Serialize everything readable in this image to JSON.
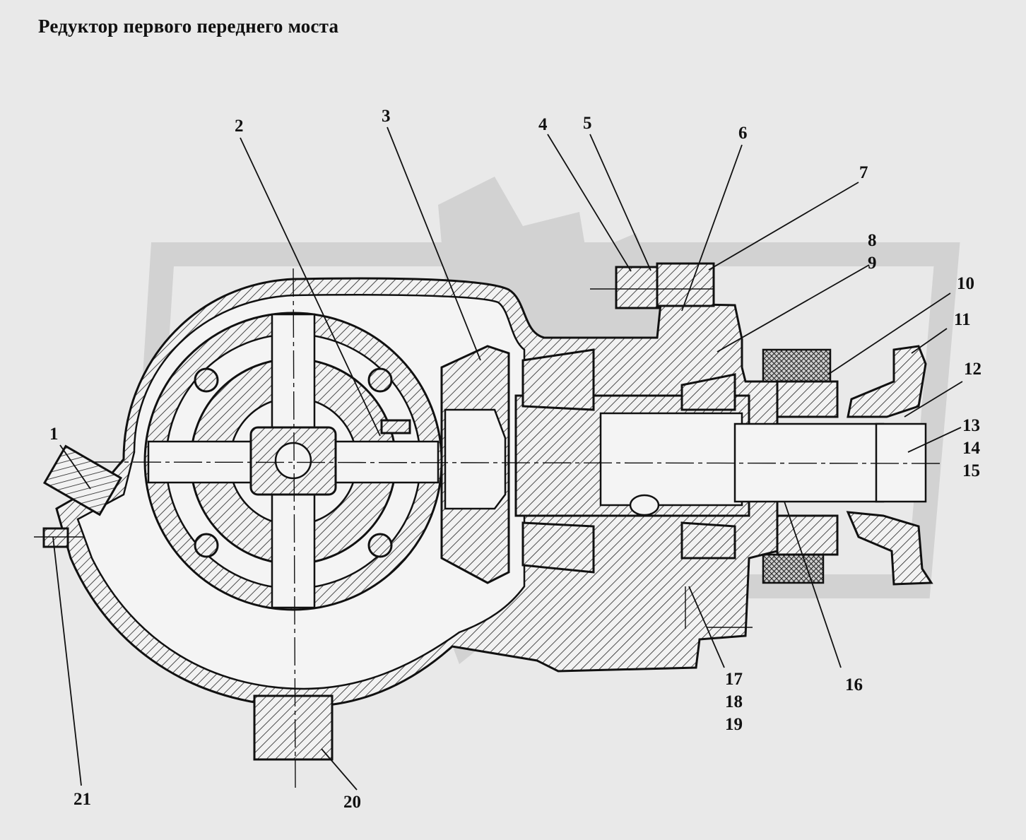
{
  "title": "Редуктор первого переднего моста",
  "labels": [
    "1",
    "2",
    "3",
    "4",
    "5",
    "6",
    "7",
    "8",
    "9",
    "10",
    "11",
    "12",
    "13",
    "14",
    "15",
    "16",
    "17",
    "18",
    "19",
    "20",
    "21"
  ],
  "colors": {
    "background": "#e9e9e9",
    "ink": "#111111",
    "watermark": "#d2d2d2"
  }
}
